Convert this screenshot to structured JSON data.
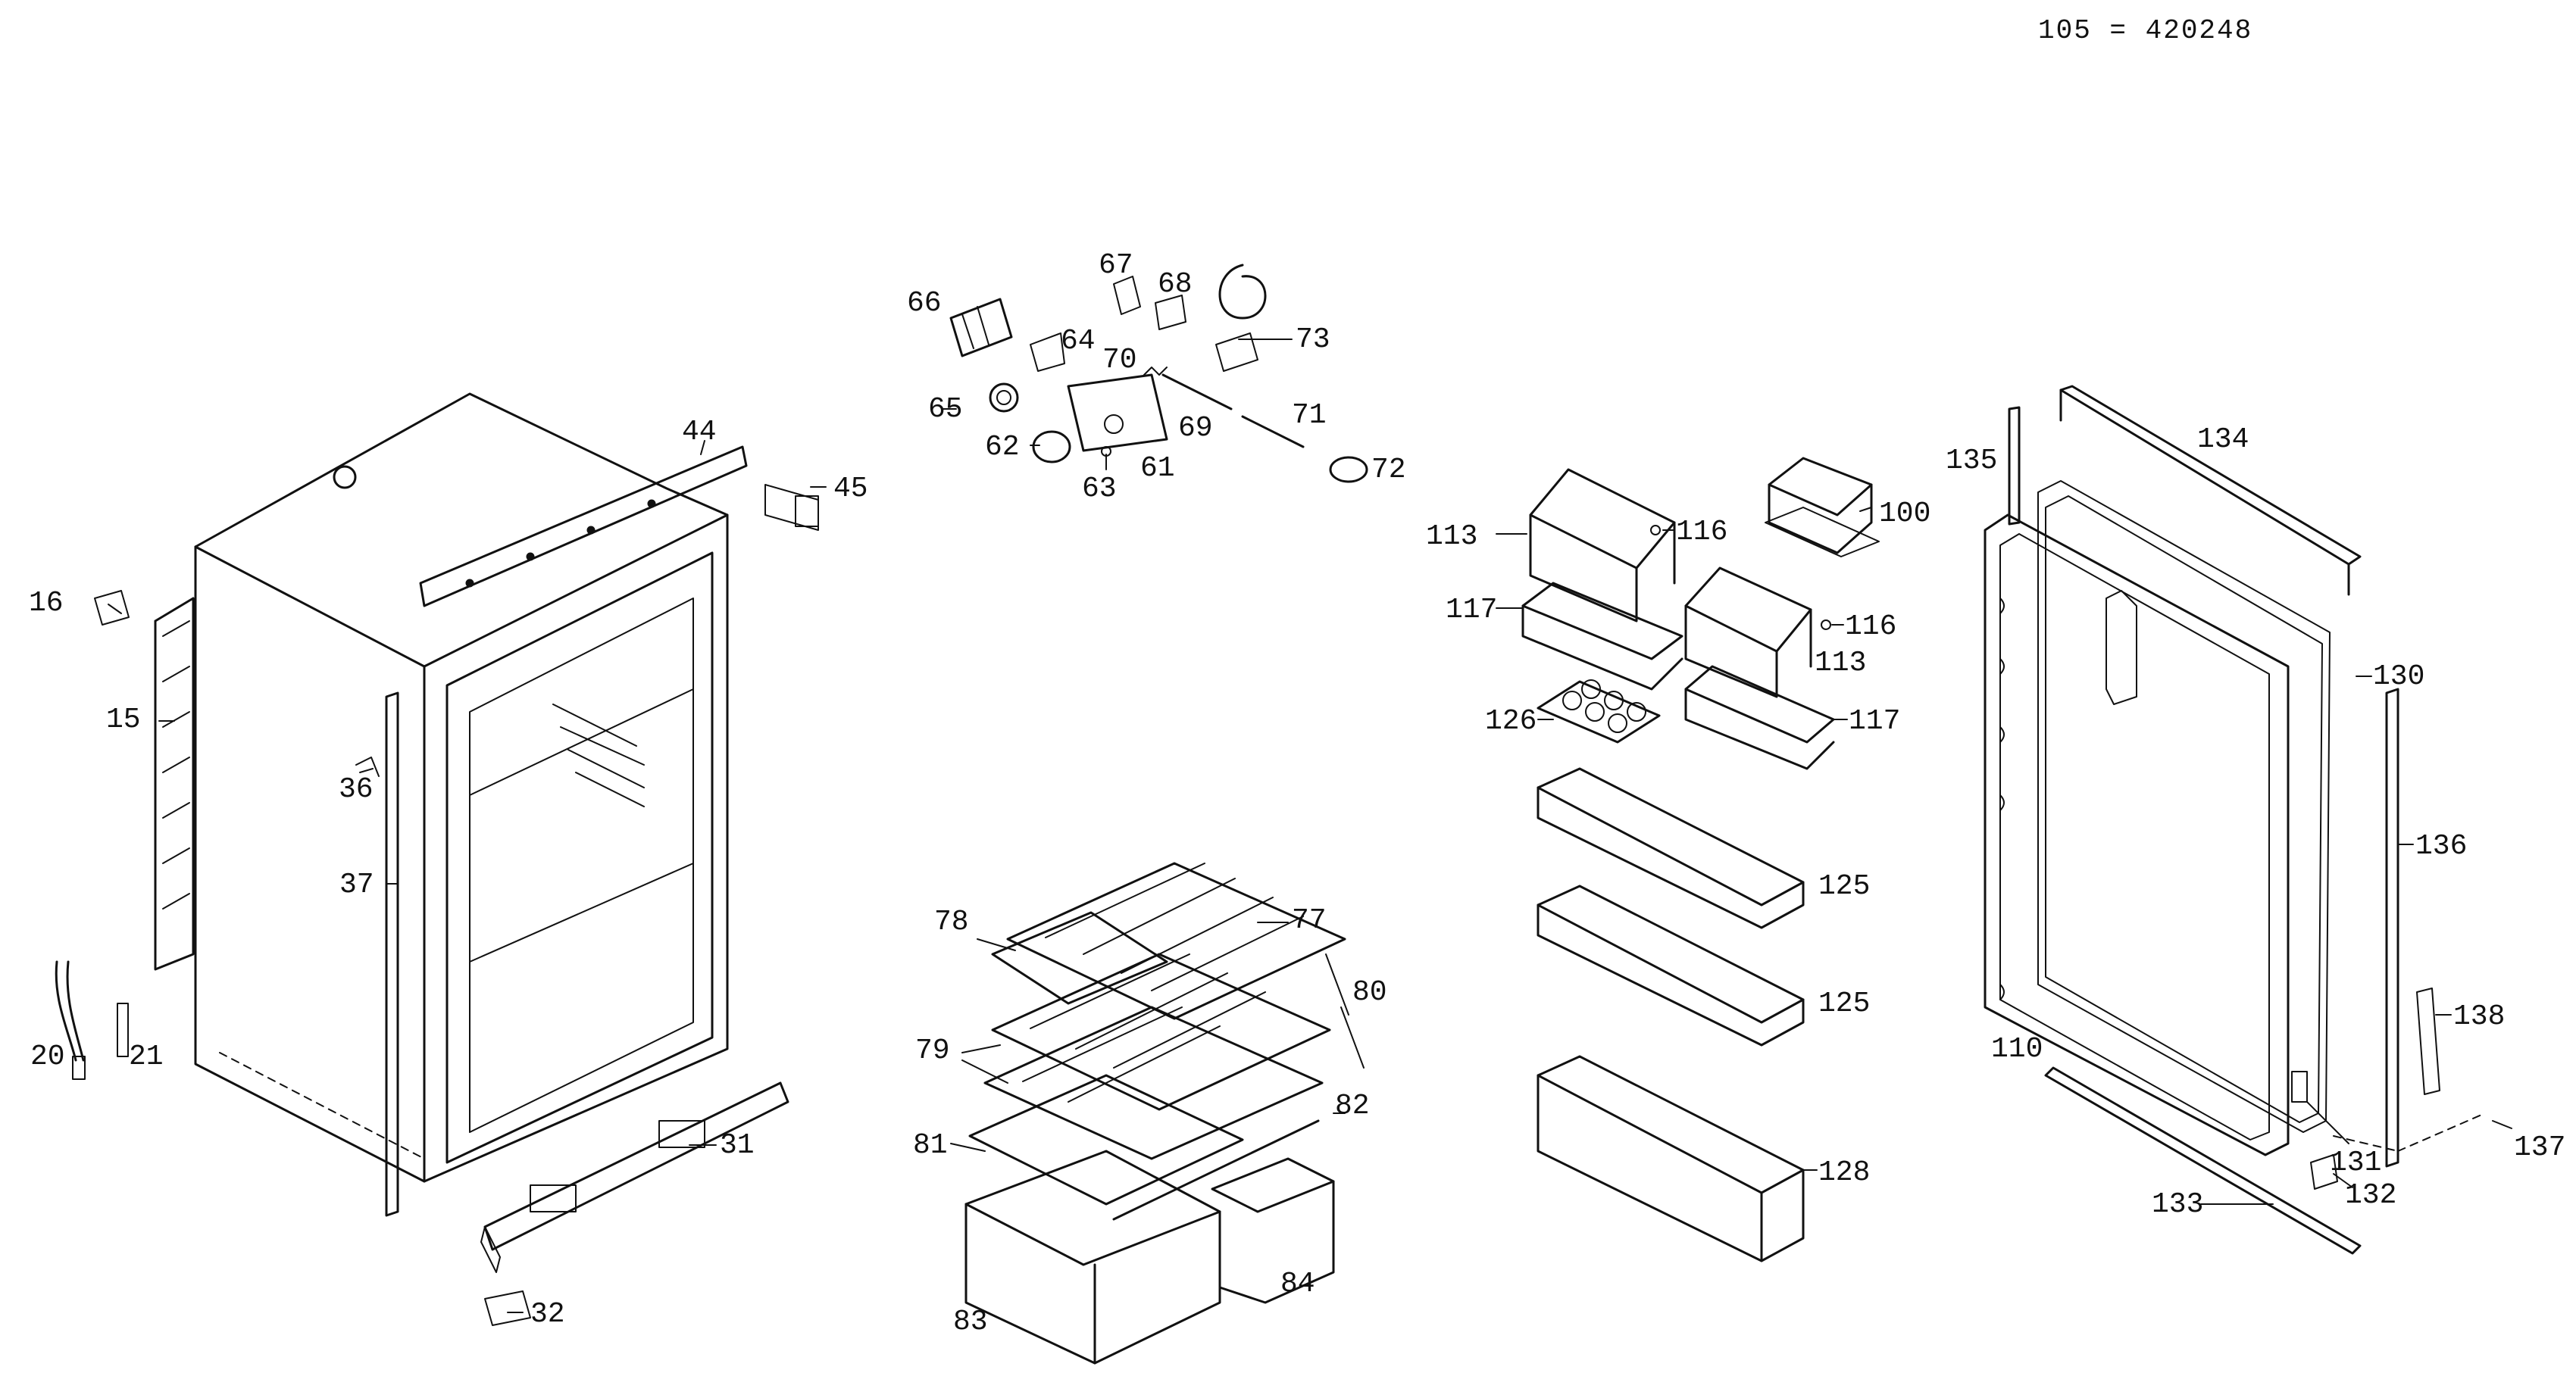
{
  "header": {
    "code_text": "105 = 420248"
  },
  "labels": {
    "p15": "15",
    "p16": "16",
    "p20": "20",
    "p21": "21",
    "p31": "31",
    "p32": "32",
    "p36": "36",
    "p37": "37",
    "p44": "44",
    "p45": "45",
    "p61": "61",
    "p62": "62",
    "p63": "63",
    "p64": "64",
    "p65": "65",
    "p66": "66",
    "p67": "67",
    "p68": "68",
    "p69": "69",
    "p70": "70",
    "p71": "71",
    "p72": "72",
    "p73": "73",
    "p77": "77",
    "p78": "78",
    "p79": "79",
    "p80": "80",
    "p81": "81",
    "p82": "82",
    "p83": "83",
    "p84": "84",
    "p100": "100",
    "p113a": "113",
    "p113b": "113",
    "p116a": "116",
    "p116b": "116",
    "p117a": "117",
    "p117b": "117",
    "p125a": "125",
    "p125b": "125",
    "p126": "126",
    "p128": "128",
    "p110": "110",
    "p130": "130",
    "p131": "131",
    "p132": "132",
    "p133": "133",
    "p134": "134",
    "p135": "135",
    "p136": "136",
    "p137": "137",
    "p138": "138"
  }
}
